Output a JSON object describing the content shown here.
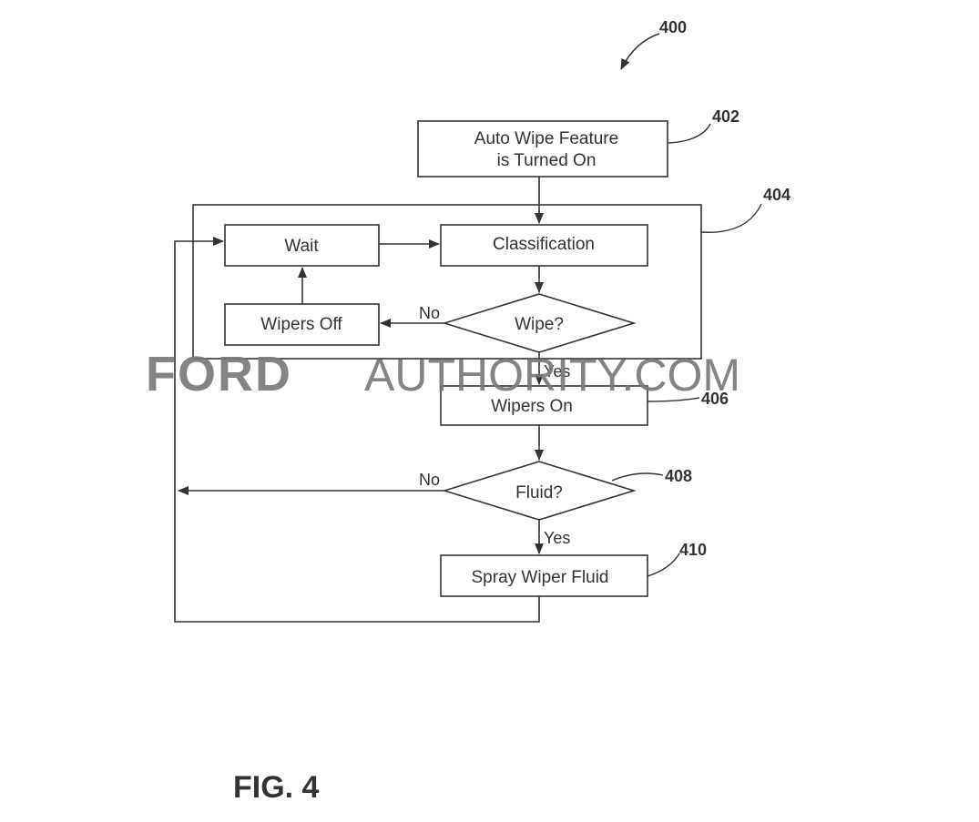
{
  "figure_ref": "400",
  "figure_caption": "FIG. 4",
  "nodes": {
    "start": {
      "lines": [
        "Auto Wipe Feature",
        "is Turned On"
      ],
      "ref": "402"
    },
    "wait": {
      "label": "Wait"
    },
    "classification": {
      "label": "Classification"
    },
    "wipers_off": {
      "label": "Wipers Off"
    },
    "wipe_decision": {
      "label": "Wipe?"
    },
    "wipers_on": {
      "label": "Wipers On",
      "ref": "406"
    },
    "fluid_decision": {
      "label": "Fluid?",
      "ref": "408"
    },
    "spray": {
      "label": "Spray Wiper Fluid",
      "ref": "410"
    }
  },
  "group": {
    "ref": "404"
  },
  "edges": {
    "wipe_no": "No",
    "wipe_yes": "Yes",
    "fluid_no": "No",
    "fluid_yes": "Yes"
  },
  "watermark": {
    "brand": "FORD",
    "domain": "AUTHORITY.COM"
  }
}
